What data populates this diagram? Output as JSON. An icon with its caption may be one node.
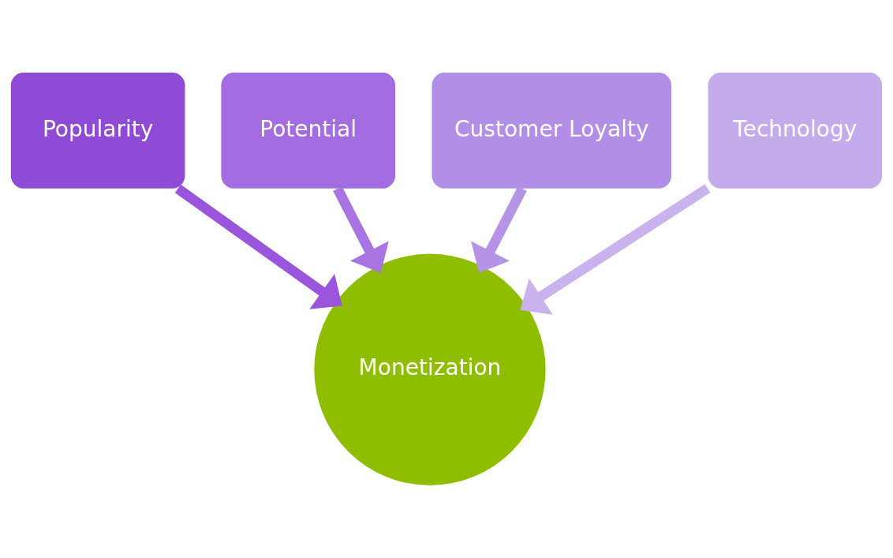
{
  "diagram": {
    "nodes": [
      {
        "text": [
          "Popularity"
        ]
      },
      {
        "text": [
          "Potential"
        ]
      },
      {
        "text": [
          "Customer Loyalty"
        ]
      },
      {
        "text": [
          "Technology"
        ]
      },
      {
        "text": [
          "Monetization"
        ]
      }
    ],
    "edges": [
      {
        "from": 0,
        "to": 4,
        "arrow": "to",
        "color": "#9b55dc"
      },
      {
        "from": 1,
        "to": 4,
        "arrow": "to",
        "color": "#a874e2"
      },
      {
        "from": 2,
        "to": 4,
        "arrow": "to",
        "color": "#b593e7"
      },
      {
        "from": 3,
        "to": 4,
        "arrow": "to",
        "color": "#c9b2ee"
      }
    ]
  }
}
